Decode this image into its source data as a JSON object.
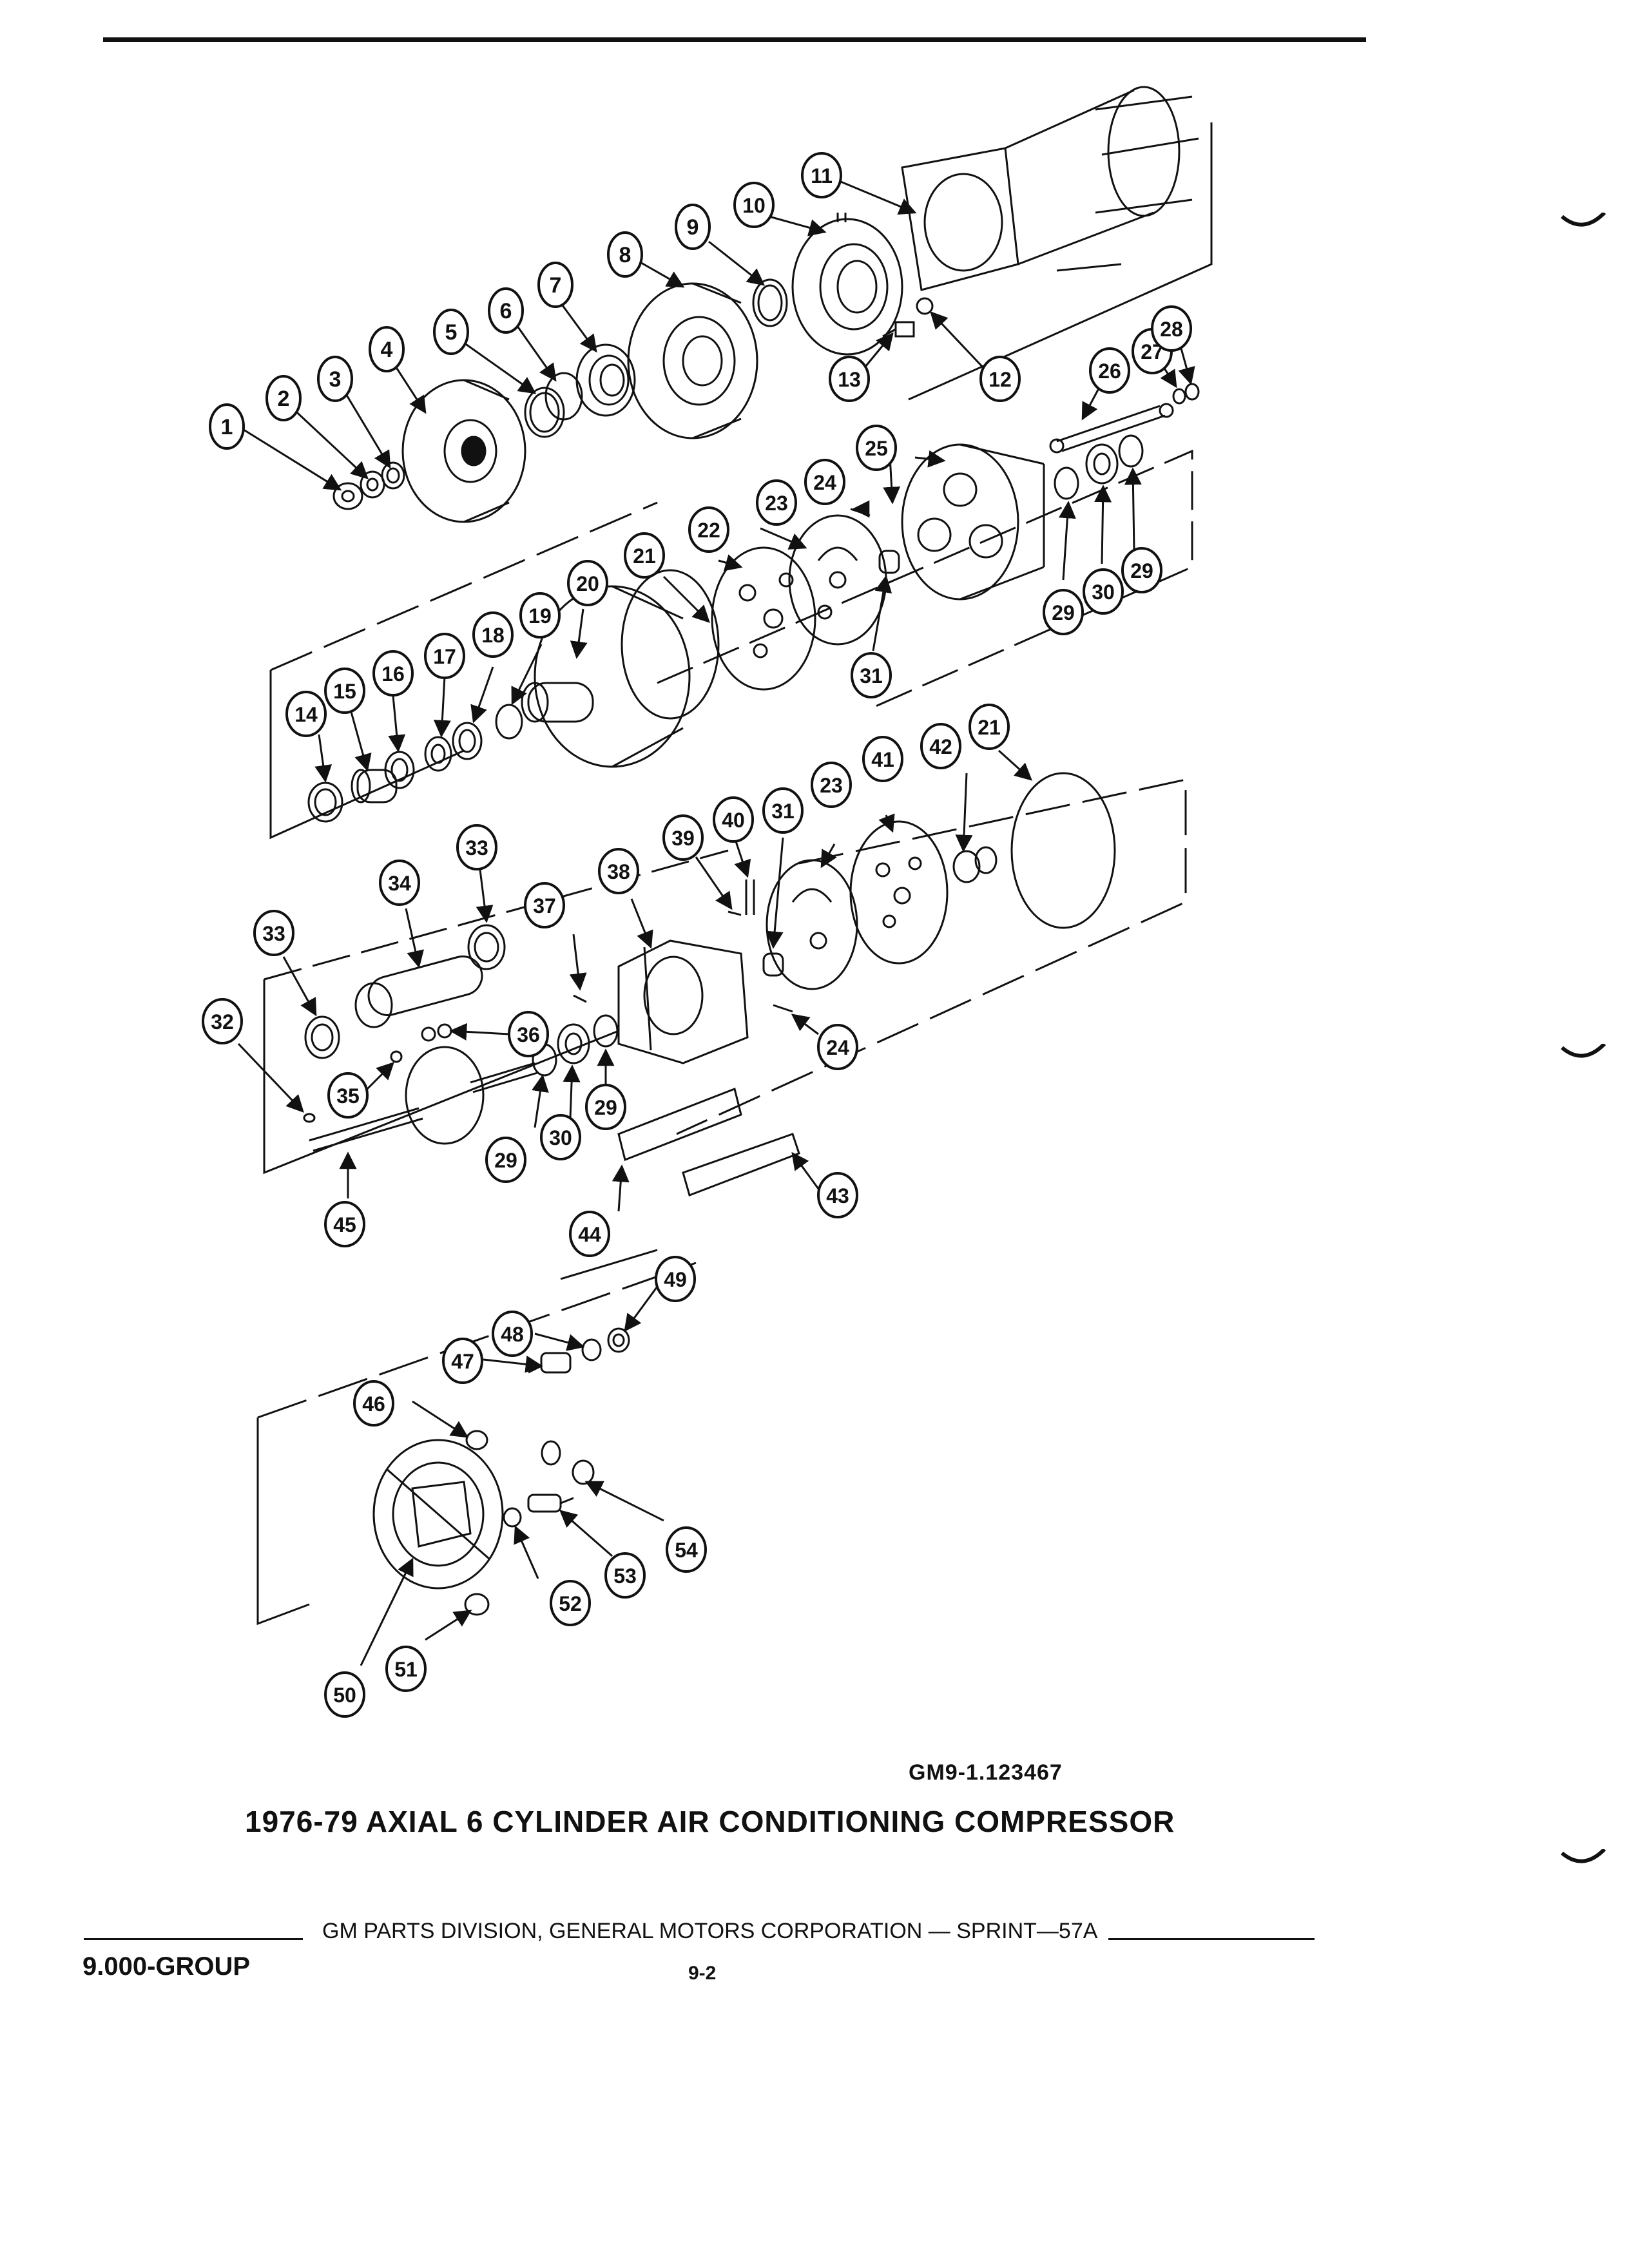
{
  "caption": {
    "ref_code": "GM9-1.123467",
    "title": "1976-79 AXIAL 6 CYLINDER AIR CONDITIONING COMPRESSOR"
  },
  "footer": {
    "publisher": "GM PARTS DIVISION, GENERAL MOTORS CORPORATION — SPRINT—57A",
    "group": "9.000-GROUP",
    "page": "9-2"
  },
  "callouts": [
    {
      "id": "c1",
      "label": "1"
    },
    {
      "id": "c2",
      "label": "2"
    },
    {
      "id": "c3",
      "label": "3"
    },
    {
      "id": "c4",
      "label": "4"
    },
    {
      "id": "c5",
      "label": "5"
    },
    {
      "id": "c6",
      "label": "6"
    },
    {
      "id": "c7",
      "label": "7"
    },
    {
      "id": "c8",
      "label": "8"
    },
    {
      "id": "c9",
      "label": "9"
    },
    {
      "id": "c10",
      "label": "10"
    },
    {
      "id": "c11",
      "label": "11"
    },
    {
      "id": "c12",
      "label": "12"
    },
    {
      "id": "c13",
      "label": "13"
    },
    {
      "id": "c14",
      "label": "14"
    },
    {
      "id": "c15",
      "label": "15"
    },
    {
      "id": "c16",
      "label": "16"
    },
    {
      "id": "c17",
      "label": "17"
    },
    {
      "id": "c18",
      "label": "18"
    },
    {
      "id": "c19",
      "label": "19"
    },
    {
      "id": "c20",
      "label": "20"
    },
    {
      "id": "c21a",
      "label": "21"
    },
    {
      "id": "c22",
      "label": "22"
    },
    {
      "id": "c23a",
      "label": "23"
    },
    {
      "id": "c24a",
      "label": "24"
    },
    {
      "id": "c25",
      "label": "25"
    },
    {
      "id": "c26",
      "label": "26"
    },
    {
      "id": "c27",
      "label": "27"
    },
    {
      "id": "c28",
      "label": "28"
    },
    {
      "id": "c29a",
      "label": "29"
    },
    {
      "id": "c30a",
      "label": "30"
    },
    {
      "id": "c29b",
      "label": "29"
    },
    {
      "id": "c31a",
      "label": "31"
    },
    {
      "id": "c21b",
      "label": "21"
    },
    {
      "id": "c41",
      "label": "41"
    },
    {
      "id": "c42",
      "label": "42"
    },
    {
      "id": "c23b",
      "label": "23"
    },
    {
      "id": "c31b",
      "label": "31"
    },
    {
      "id": "c40",
      "label": "40"
    },
    {
      "id": "c39",
      "label": "39"
    },
    {
      "id": "c38",
      "label": "38"
    },
    {
      "id": "c37",
      "label": "37"
    },
    {
      "id": "c33a",
      "label": "33"
    },
    {
      "id": "c34",
      "label": "34"
    },
    {
      "id": "c33b",
      "label": "33"
    },
    {
      "id": "c32",
      "label": "32"
    },
    {
      "id": "c36",
      "label": "36"
    },
    {
      "id": "c35",
      "label": "35"
    },
    {
      "id": "c29c",
      "label": "29"
    },
    {
      "id": "c30b",
      "label": "30"
    },
    {
      "id": "c29d",
      "label": "29"
    },
    {
      "id": "c24b",
      "label": "24"
    },
    {
      "id": "c45",
      "label": "45"
    },
    {
      "id": "c44",
      "label": "44"
    },
    {
      "id": "c43",
      "label": "43"
    },
    {
      "id": "c49",
      "label": "49"
    },
    {
      "id": "c48",
      "label": "48"
    },
    {
      "id": "c47",
      "label": "47"
    },
    {
      "id": "c46",
      "label": "46"
    },
    {
      "id": "c54",
      "label": "54"
    },
    {
      "id": "c53",
      "label": "53"
    },
    {
      "id": "c52",
      "label": "52"
    },
    {
      "id": "c51",
      "label": "51"
    },
    {
      "id": "c50",
      "label": "50"
    }
  ]
}
